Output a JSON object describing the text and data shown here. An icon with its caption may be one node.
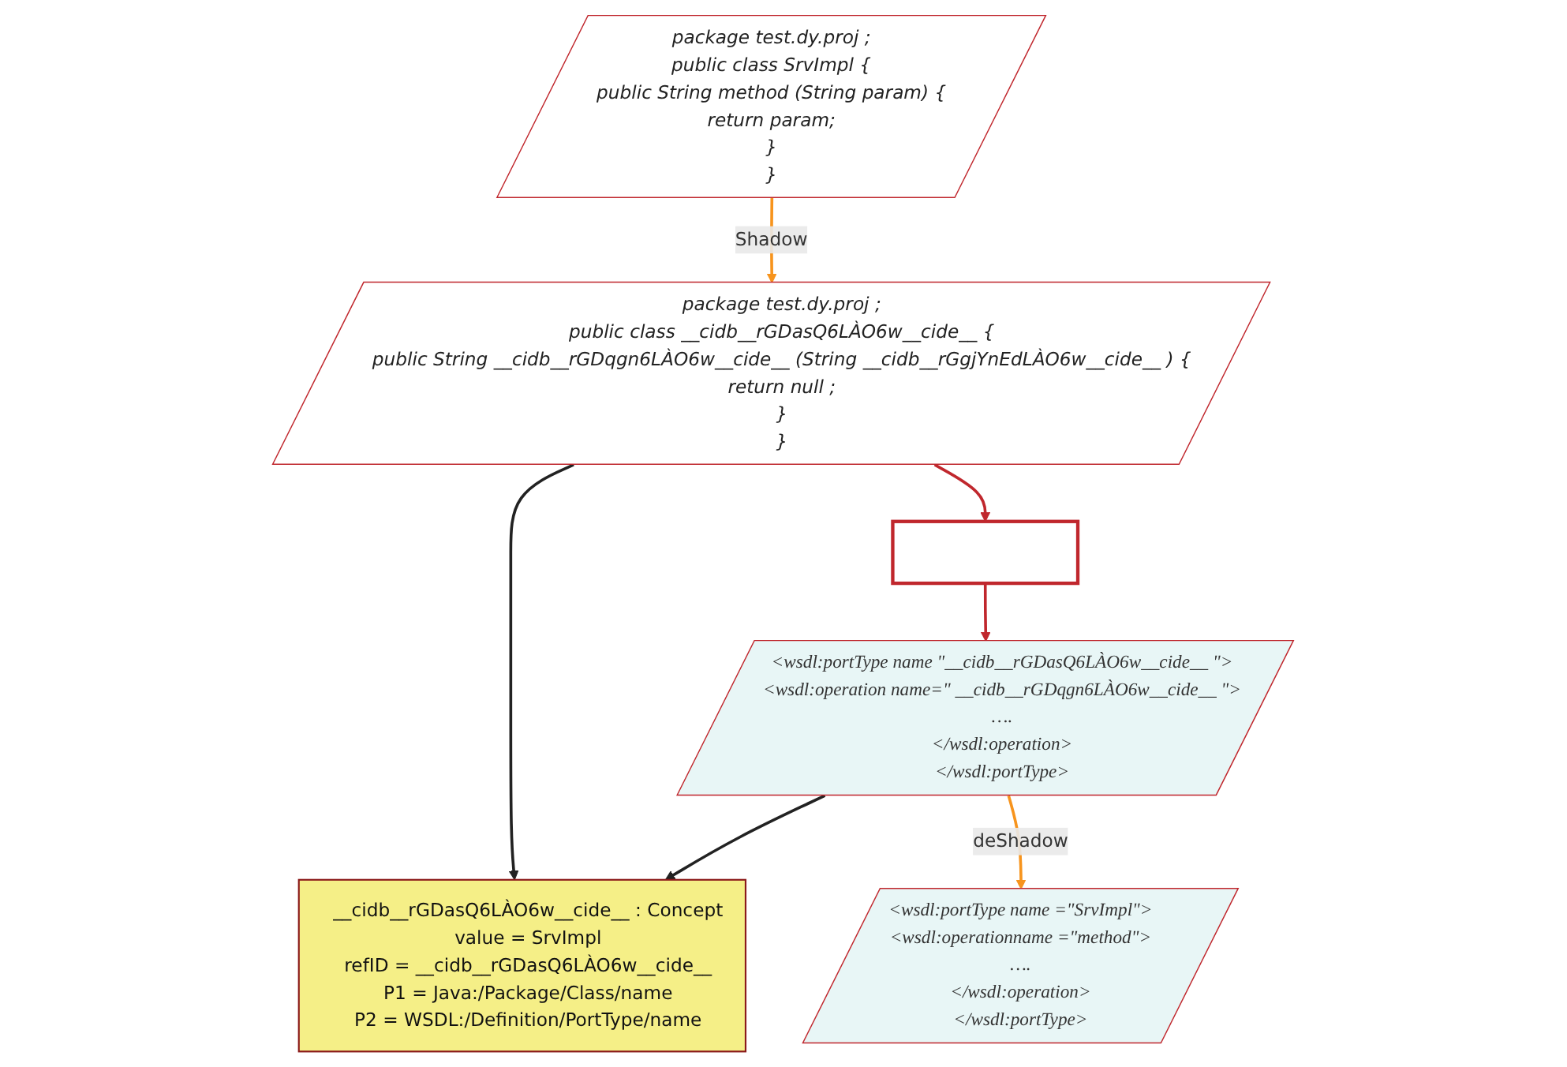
{
  "diagram": {
    "nodes": [
      {
        "text": [
          "package test.dy.proj ;",
          "public class SrvImpl {",
          "public String method (String param) {",
          "return param;",
          "}",
          "}"
        ]
      },
      {
        "text": [
          "package test.dy.proj ;",
          "public class __cidb__rGDasQ6LÀO6w__cide__ {",
          "public String __cidb__rGDqgn6LÀO6w__cide__ (String __cidb__rGgjYnEdLÀO6w__cide__ ) {",
          "return null ;",
          "}",
          "}"
        ]
      },
      {
        "text": [
          "__cidb__rGDasQ6LÀO6w__cide__ : Concept",
          "value = SrvImpl",
          "refID = __cidb__rGDasQ6LÀO6w__cide__",
          "P1 = Java:/Package/Class/name",
          "P2 = WSDL:/Definition/PortType/name"
        ]
      },
      {
        "text": [],
        "shape": "box"
      },
      {
        "text": [
          "<wsdl:portType name =\"SrvImpl\">",
          "<wsdl:operationname =\"method\">",
          "….",
          "</wsdl:operation>",
          "</wsdl:portType>"
        ]
      },
      {
        "text": [
          "<wsdl:portType name \"__cidb__rGDasQ6LÀO6w__cide__ \">",
          "<wsdl:operation name=\" __cidb__rGDqgn6LÀO6w__cide__ \">",
          "….",
          "</wsdl:operation>",
          "</wsdl:portType>"
        ]
      }
    ],
    "edges": [
      {
        "from": 0,
        "to": 1,
        "arrow": "to",
        "label": "Shadow",
        "color": "#f7941d"
      },
      {
        "from": 1,
        "to": 2,
        "arrow": "to",
        "color": "#222222"
      },
      {
        "from": 1,
        "to": 3,
        "arrow": "to",
        "color": "#c0272d"
      },
      {
        "from": 3,
        "to": 5,
        "arrow": "to",
        "color": "#c0272d"
      },
      {
        "from": 5,
        "to": 2,
        "arrow": "to",
        "color": "#222222"
      },
      {
        "from": 5,
        "to": 4,
        "arrow": "to",
        "label": "deShadow",
        "color": "#f7941d"
      }
    ]
  }
}
